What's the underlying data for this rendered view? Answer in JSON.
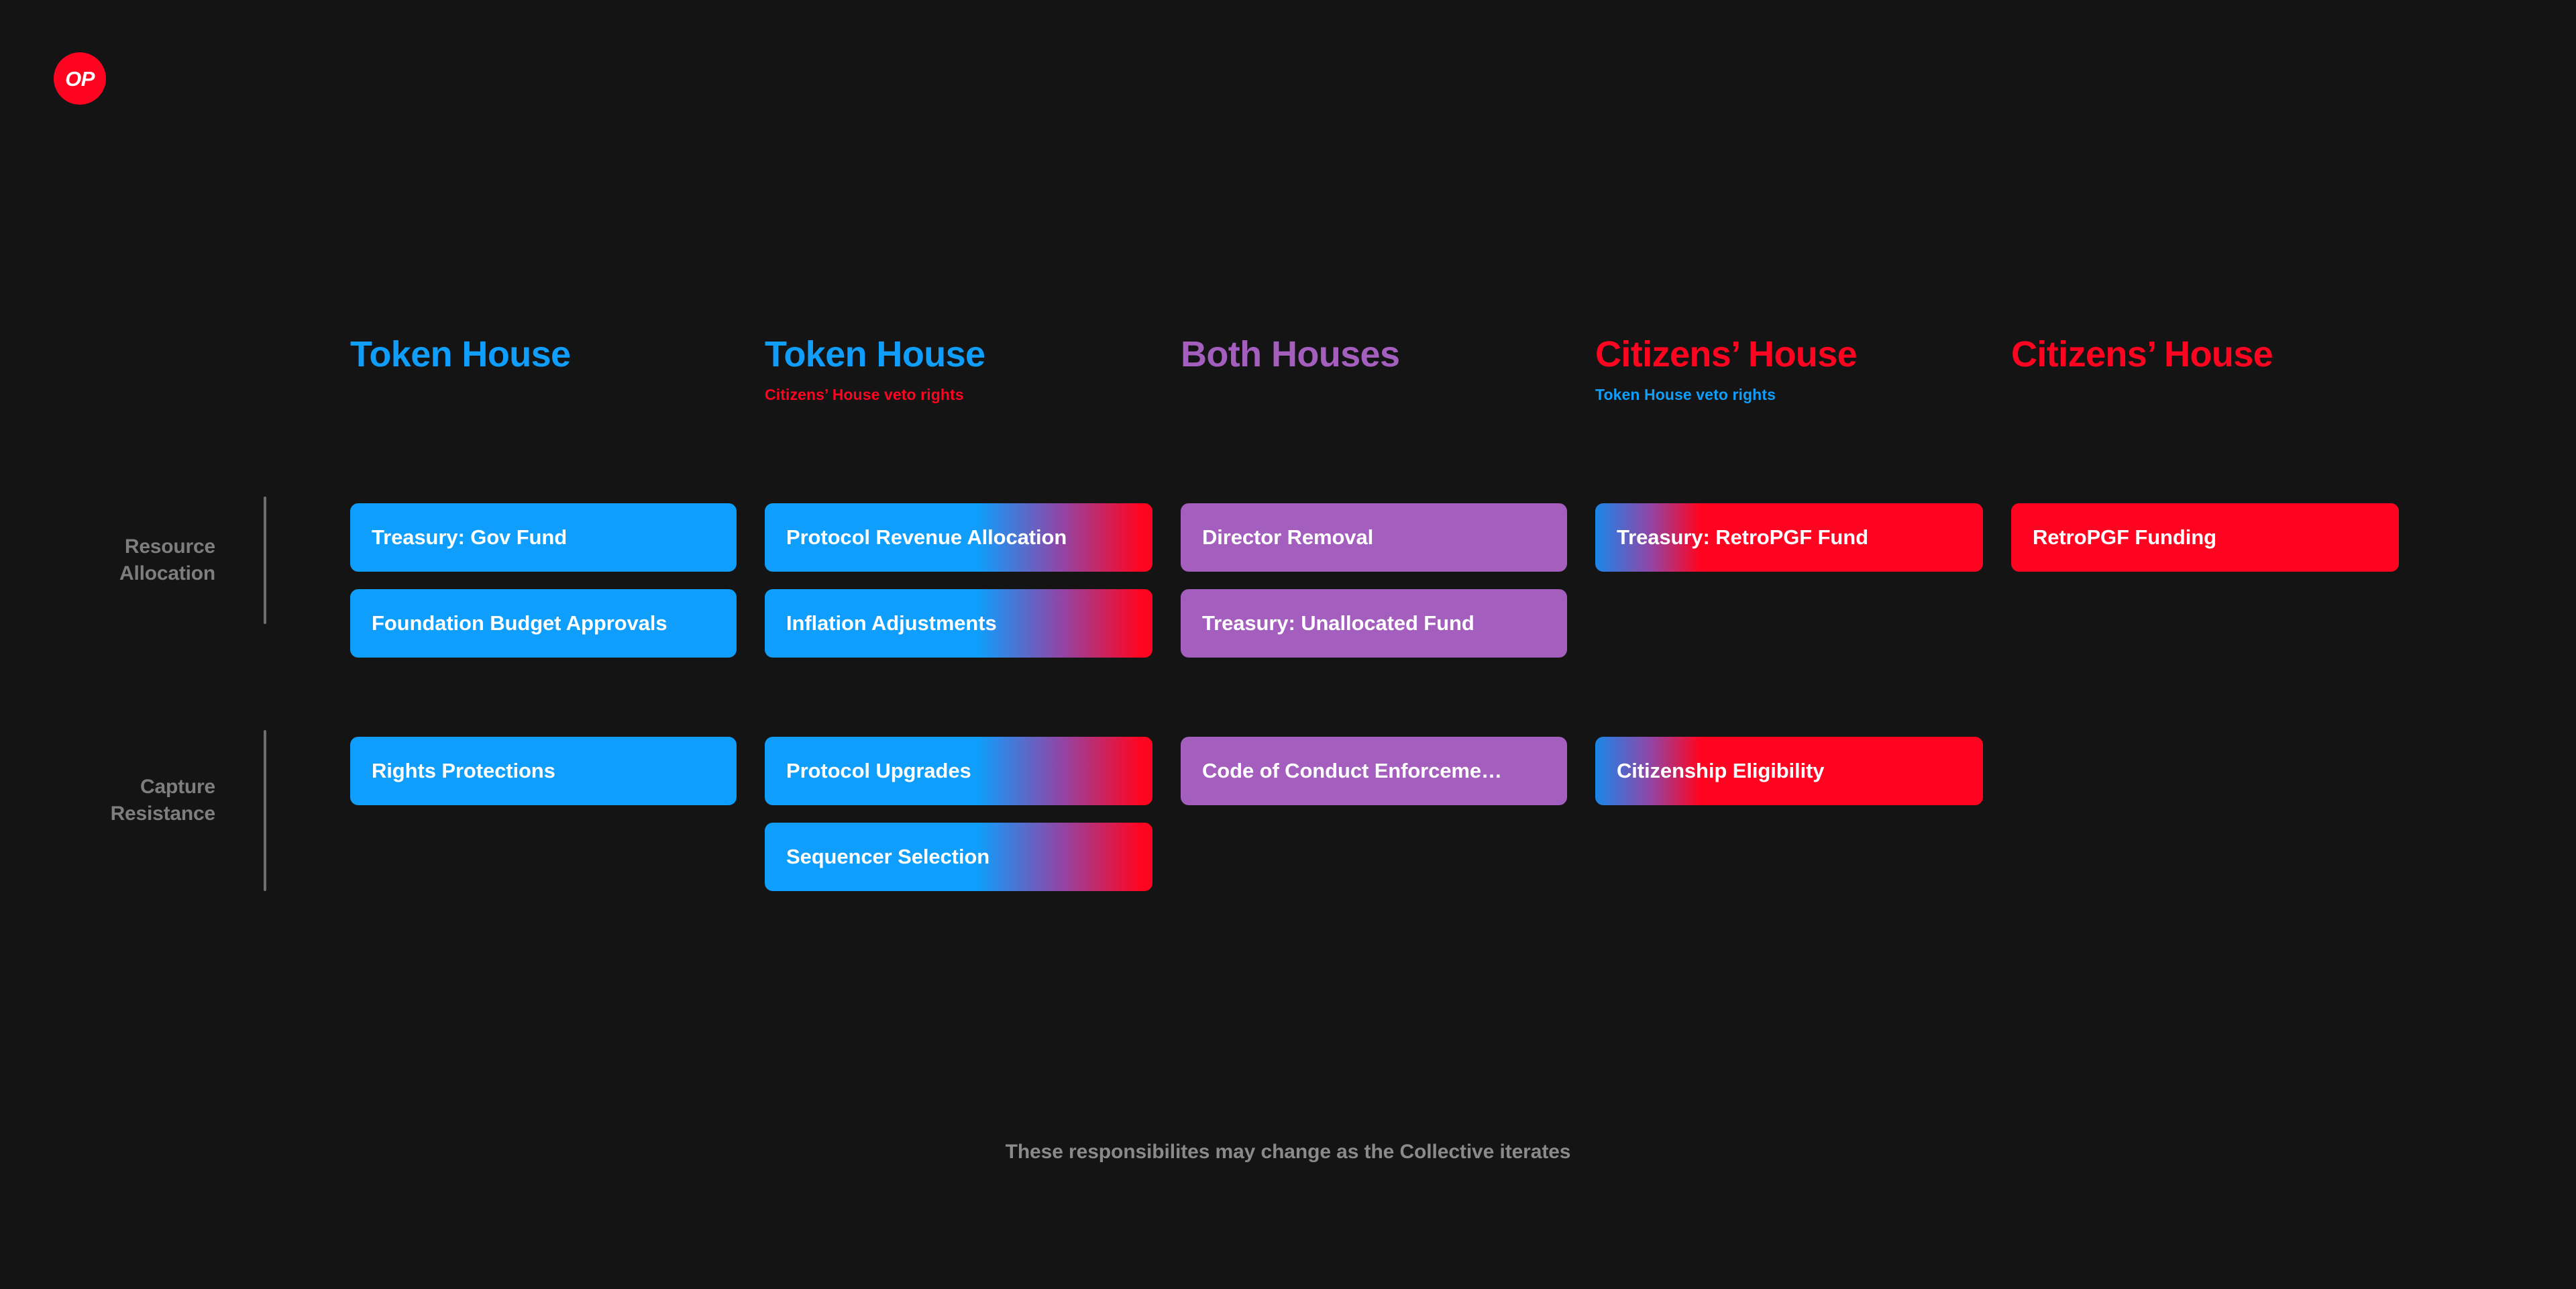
{
  "brand": {
    "logo_text": "OP",
    "logo_color": "#FF0420",
    "logo_icon": "op-logo-icon"
  },
  "palette": {
    "background": "#141414",
    "token_house_blue": "#0F9EFB",
    "citizens_house_red": "#FF0420",
    "both_houses_purple": "#A35EBE",
    "label_gray": "#7E7E7E",
    "footer_gray": "#8A8A8A",
    "card_text": "#FFFFFF"
  },
  "columns": [
    {
      "id": "token-house",
      "house": "Token House",
      "house_color": "#0F9EFB",
      "veto_note": "",
      "veto_note_color": ""
    },
    {
      "id": "token-house-veto",
      "house": "Token House",
      "house_color": "#0F9EFB",
      "veto_note": "Citizens’ House veto rights",
      "veto_note_color": "#FF0420"
    },
    {
      "id": "both-houses",
      "house": "Both Houses",
      "house_color": "#A35EBE",
      "veto_note": "",
      "veto_note_color": ""
    },
    {
      "id": "citizens-house-veto",
      "house": "Citizens’ House",
      "house_color": "#FF0420",
      "veto_note": "Token House veto rights",
      "veto_note_color": "#0F9EFB"
    },
    {
      "id": "citizens-house",
      "house": "Citizens’ House",
      "house_color": "#FF0420",
      "veto_note": "",
      "veto_note_color": ""
    }
  ],
  "rows": [
    {
      "id": "resource-allocation",
      "label_line1": "Resource",
      "label_line2": "Allocation",
      "cells": [
        {
          "column": "token-house",
          "items": [
            "Treasury: Gov Fund",
            "Foundation Budget Approvals"
          ]
        },
        {
          "column": "token-house-veto",
          "items": [
            "Protocol Revenue Allocation",
            "Inflation Adjustments"
          ]
        },
        {
          "column": "both-houses",
          "items": [
            "Director Removal",
            "Treasury: Unallocated Fund"
          ]
        },
        {
          "column": "citizens-house-veto",
          "items": [
            "Treasury: RetroPGF Fund"
          ]
        },
        {
          "column": "citizens-house",
          "items": [
            "RetroPGF Funding"
          ]
        }
      ]
    },
    {
      "id": "capture-resistance",
      "label_line1": "Capture",
      "label_line2": "Resistance",
      "cells": [
        {
          "column": "token-house",
          "items": [
            "Rights Protections"
          ]
        },
        {
          "column": "token-house-veto",
          "items": [
            "Protocol Upgrades",
            "Sequencer Selection"
          ]
        },
        {
          "column": "both-houses",
          "items": [
            "Code of Conduct Enforceme…"
          ]
        },
        {
          "column": "citizens-house-veto",
          "items": [
            "Citizenship Eligibility"
          ]
        },
        {
          "column": "citizens-house",
          "items": []
        }
      ]
    }
  ],
  "footer": {
    "note": "These responsibilites may change as the Collective iterates"
  }
}
